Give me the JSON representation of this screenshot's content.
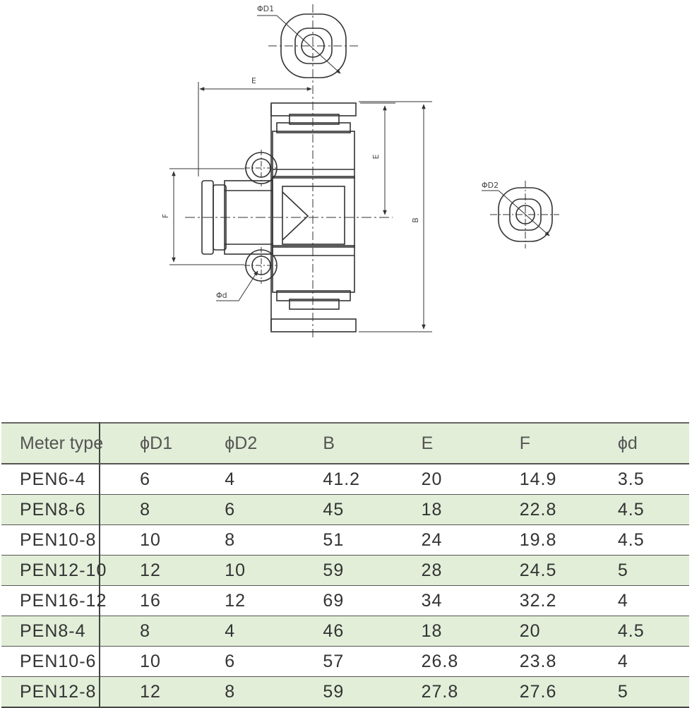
{
  "drawing": {
    "labels": {
      "d1": "ΦD1",
      "e_top": "E",
      "e_side": "E",
      "f": "F",
      "b": "B",
      "d2": "ΦD2",
      "d": "Φd"
    }
  },
  "table": {
    "headers": [
      "Meter type",
      "ϕD1",
      "ϕD2",
      "B",
      "E",
      "F",
      "ϕd"
    ],
    "rows": [
      [
        "PEN6-4",
        "6",
        "4",
        "41.2",
        "20",
        "14.9",
        "3.5"
      ],
      [
        "PEN8-6",
        "8",
        "6",
        "45",
        "18",
        "22.8",
        "4.5"
      ],
      [
        "PEN10-8",
        "10",
        "8",
        "51",
        "24",
        "19.8",
        "4.5"
      ],
      [
        "PEN12-10",
        "12",
        "10",
        "59",
        "28",
        "24.5",
        "5"
      ],
      [
        "PEN16-12",
        "16",
        "12",
        "69",
        "34",
        "32.2",
        "4"
      ],
      [
        "PEN8-4",
        "8",
        "4",
        "46",
        "18",
        "20",
        "4.5"
      ],
      [
        "PEN10-6",
        "10",
        "6",
        "57",
        "26.8",
        "23.8",
        "4"
      ],
      [
        "PEN12-8",
        "12",
        "8",
        "59",
        "27.8",
        "27.6",
        "5"
      ]
    ]
  },
  "colors": {
    "header_band": "#e2eed8",
    "stripe": "#e2eed8",
    "line": "#444444"
  }
}
